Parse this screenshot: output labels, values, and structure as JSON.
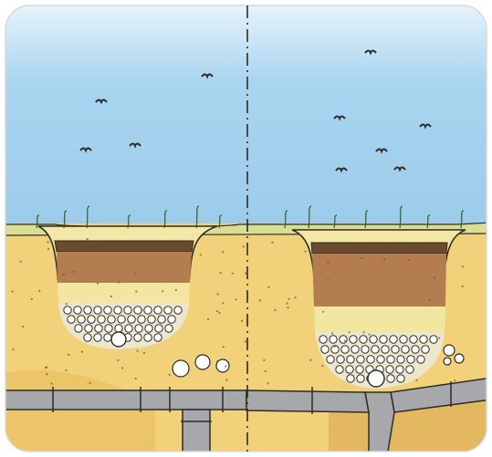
{
  "illustration": {
    "panels": [
      {
        "id": "left",
        "pipe_junction": "tee"
      },
      {
        "id": "right",
        "pipe_junction": "wye"
      }
    ],
    "layers": [
      "mulch",
      "soil-mix",
      "sand",
      "gravel",
      "perforated-pipe"
    ],
    "colors": {
      "sky": "#9fd0ee",
      "sky_light": "#d7ecf8",
      "ground": "#f1d27a",
      "ground_dark": "#d4a650",
      "grass": "#d9de93",
      "mulch": "#8a5a32",
      "soil": "#b47d4f",
      "sand": "#f3e7a6",
      "gravel": "#e9e2c6",
      "pipe": "#a6a8ab",
      "outline": "#2f2a25"
    },
    "icons": [
      "divider-dashed-line",
      "bird-icon",
      "drain-pipe"
    ]
  }
}
